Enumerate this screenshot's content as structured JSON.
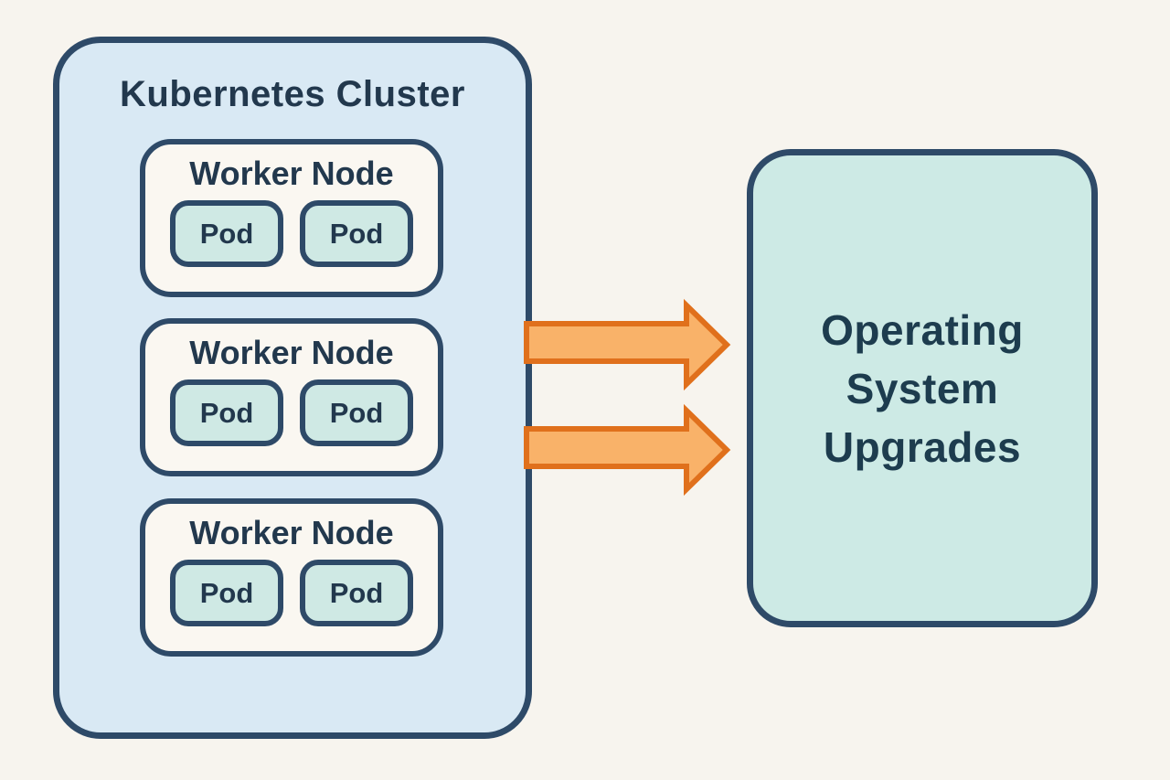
{
  "diagram": {
    "cluster": {
      "title": "Kubernetes Cluster",
      "worker_nodes": [
        {
          "title": "Worker Node",
          "pods": [
            "Pod",
            "Pod"
          ]
        },
        {
          "title": "Worker Node",
          "pods": [
            "Pod",
            "Pod"
          ]
        },
        {
          "title": "Worker Node",
          "pods": [
            "Pod",
            "Pod"
          ]
        }
      ]
    },
    "arrows": {
      "count": 2,
      "direction": "right",
      "icon": "arrow-right-icon"
    },
    "target": {
      "label": "Operating System Upgrades",
      "lines": [
        "Operating",
        "System",
        "Upgrades"
      ]
    },
    "colors": {
      "background": "#F7F4EE",
      "cluster_fill": "#D9E9F4",
      "node_fill": "#FAF7F1",
      "pod_fill": "#CFE9E4",
      "target_fill": "#CDEAE5",
      "border_navy": "#2E4A68",
      "text_navy": "#22384D",
      "arrow_fill": "#F9B269",
      "arrow_stroke": "#E0701C"
    }
  }
}
